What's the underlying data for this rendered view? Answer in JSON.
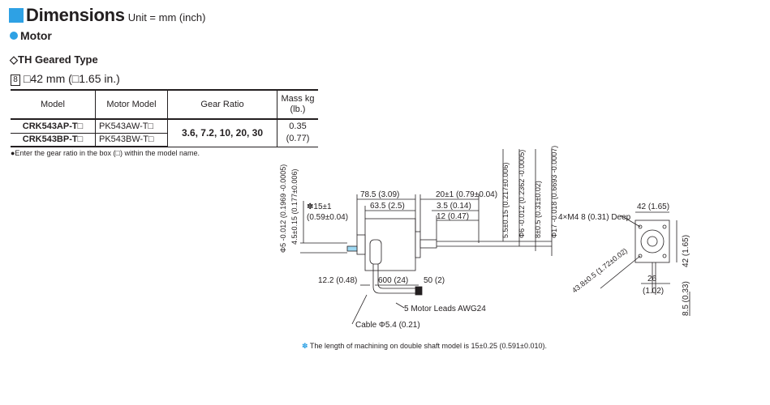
{
  "header": {
    "title": "Dimensions",
    "unit": "Unit = mm (inch)"
  },
  "section": {
    "motor": "Motor",
    "type": "◇TH Geared Type",
    "badge": "8",
    "frame_size": "□42 mm (□1.65 in.)"
  },
  "table": {
    "columns": [
      "Model",
      "Motor Model",
      "Gear Ratio",
      "Mass kg (lb.)"
    ],
    "rows": [
      {
        "model": "CRK543AP-T□",
        "motor_model": "PK543AW-T□"
      },
      {
        "model": "CRK543BP-T□",
        "motor_model": "PK543BW-T□"
      }
    ],
    "gear_ratio": "3.6, 7.2, 10, 20, 30",
    "mass": {
      "kg": "0.35",
      "lb": "(0.77)"
    }
  },
  "note": "●Enter the gear ratio in the box (□) within the model name.",
  "footnote": {
    "star": "✽",
    "text": "The length of machining on double shaft model is 15±0.25 (0.591±0.010)."
  },
  "dimensions": {
    "d1": "78.5 (3.09)",
    "d2": "63.5 (2.5)",
    "d3": "20±1 (0.79±0.04)",
    "d4": "3.5 (0.14)",
    "d5": "12 (0.47)",
    "d6": "✽15±1",
    "d7": "(0.59±0.04)",
    "d8": "12.2 (0.48)",
    "d9": "600 (24)",
    "d10": "50 (2)",
    "d11": "5 Motor Leads AWG24",
    "d12": "Cable Φ5.4 (0.21)",
    "v1": "Φ5 -0.012 (0.1969 -0.0005)",
    "v2": "4.5±0.15 (0.177±0.006)",
    "v3": "5.5±0.15 (0.217±0.006)",
    "v4": "Φ6 -0.012 (0.2362 -0.0005)",
    "v5": "8±0.5 (0.31±0.02)",
    "v6": "Φ17 -0.018 (0.6693 -0.0007)",
    "e1": "42 (1.65)",
    "e2": "4×M4 8 (0.31) Deep",
    "e3": "42 (1.65)",
    "e4": "43.8±0.5 (1.72±0.02)",
    "e5": "26",
    "e6": "(1.02)",
    "e7": "8.5 (0.33)"
  }
}
